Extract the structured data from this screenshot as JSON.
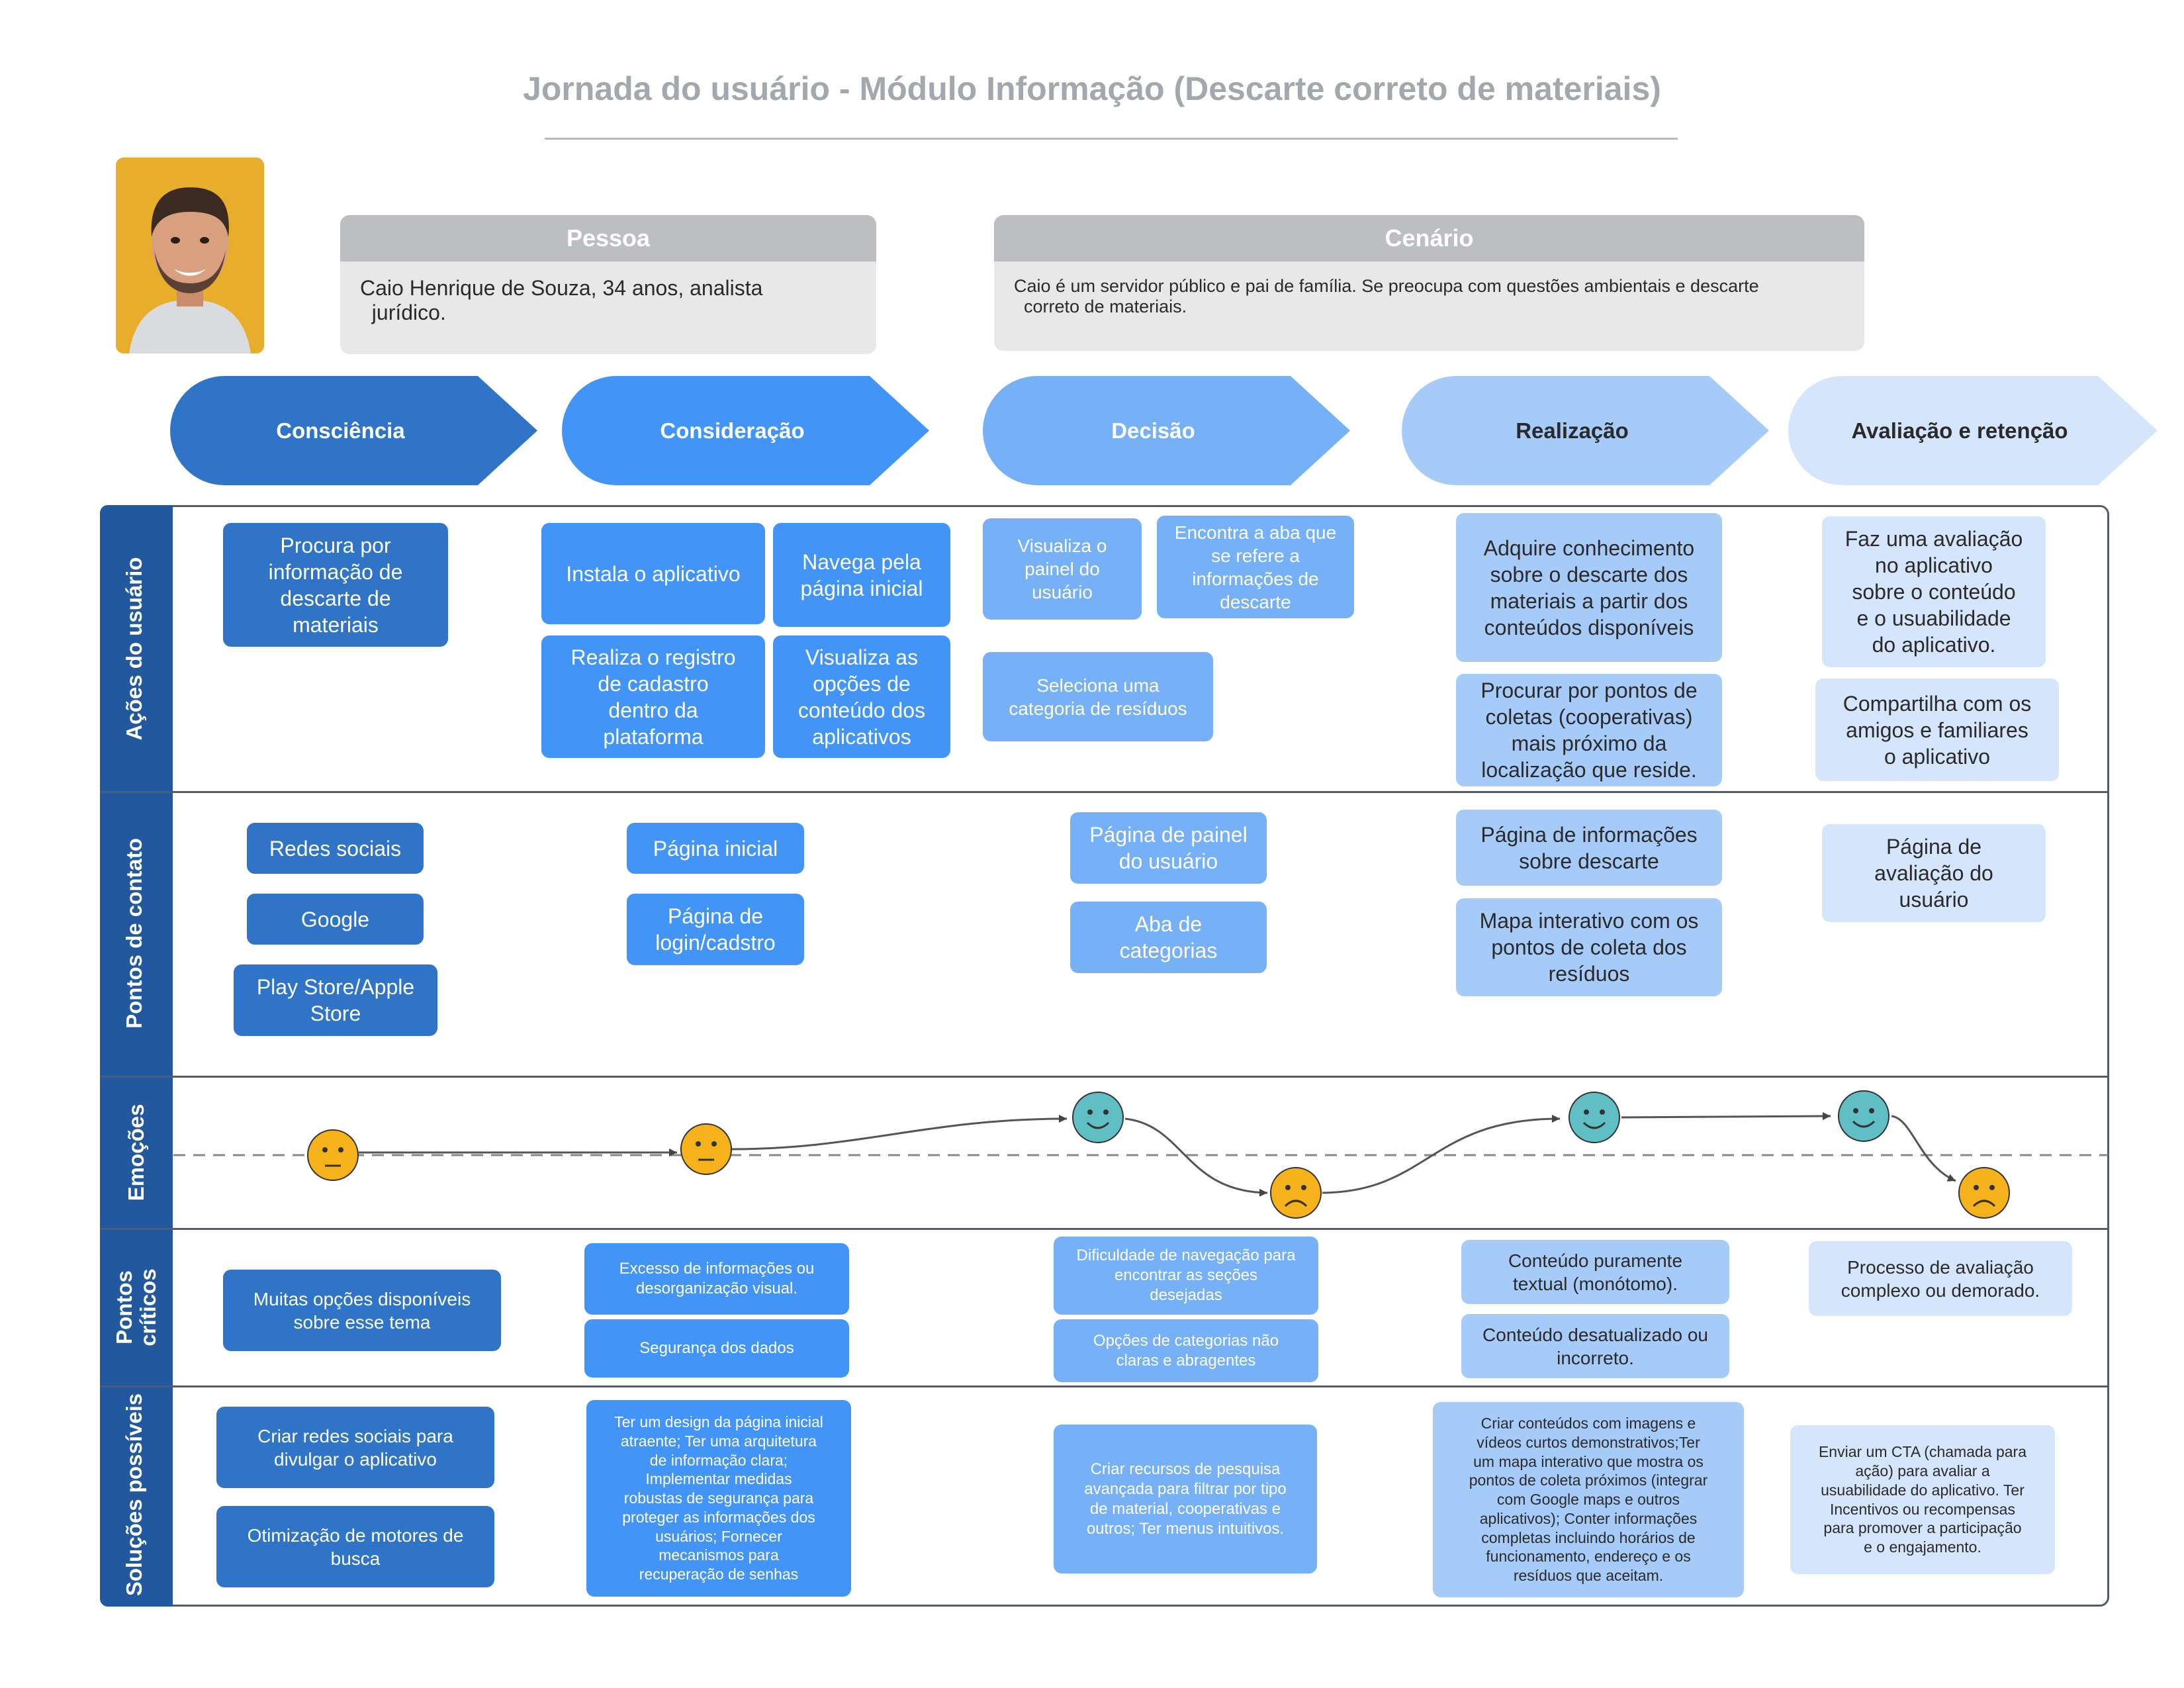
{
  "title": "Jornada do usuário - Módulo Informação (Descarte correto de materiais)",
  "persona": {
    "header": "Pessoa",
    "text": "Caio Henrique de Souza, 34 anos, analista\n  jurídico."
  },
  "scenario": {
    "header": "Cenário",
    "text": "Caio é um servidor público e pai de família. Se preocupa com questões ambientais e descarte\n  correto de materiais."
  },
  "stages": [
    {
      "label": "Consciência",
      "color": "#2f74c6",
      "text_color": "#ffffff"
    },
    {
      "label": "Consideração",
      "color": "#4394f7",
      "text_color": "#ffffff"
    },
    {
      "label": "Decisão",
      "color": "#76b0f7",
      "text_color": "#ffffff"
    },
    {
      "label": "Realização",
      "color": "#a6cbf9",
      "text_color": "#2a2a2a"
    },
    {
      "label": "Avaliação e retenção",
      "color": "#d5e5fb",
      "text_color": "#2a2a2a"
    }
  ],
  "lanes": {
    "acoes": "Ações do usuário",
    "pontos_contato": "Pontos de contato",
    "emocoes": "Emoções",
    "pontos_criticos": "Pontos\ncríticos",
    "solucoes": "Soluções possíveis"
  },
  "acoes": {
    "consciencia": [
      "Procura por\ninformação de\ndescarte de\nmateriais"
    ],
    "consideracao": [
      "Instala o aplicativo",
      "Navega pela\npágina inicial",
      "Realiza o registro\nde cadastro\ndentro da\nplataforma",
      "Visualiza as\nopções de\nconteúdo dos\naplicativos"
    ],
    "decisao": [
      "Visualiza o\npainel do\nusuário",
      "Encontra a aba que\nse refere a\ninformações de\ndescarte",
      "Seleciona uma\ncategoria de resíduos"
    ],
    "realizacao": [
      "Adquire conhecimento\nsobre o descarte dos\nmateriais a partir dos\nconteúdos disponíveis",
      "Procurar por pontos de\ncoletas (cooperativas)\nmais próximo da\nlocalização que reside."
    ],
    "avaliacao": [
      "Faz uma avaliação\nno aplicativo\nsobre o conteúdo\ne o usuabilidade\ndo aplicativo.",
      "Compartilha com os\namigos e familiares\no aplicativo"
    ]
  },
  "contato": {
    "consciencia": [
      "Redes sociais",
      "Google",
      "Play Store/Apple\nStore"
    ],
    "consideracao": [
      "Página inicial",
      "Página  de\nlogin/cadstro"
    ],
    "decisao": [
      "Página de painel\ndo usuário",
      "Aba de\ncategorias"
    ],
    "realizacao": [
      "Página de informações\nsobre descarte",
      "Mapa interativo com os\npontos de coleta dos\nresíduos"
    ],
    "avaliacao": [
      "Página de\navaliação do\nusuário"
    ]
  },
  "emocoes": {
    "points": [
      "neutral",
      "neutral",
      "happy",
      "sad",
      "happy",
      "happy",
      "sad"
    ],
    "colors": {
      "neutral": "#f5b21b",
      "happy": "#5fbfc4",
      "sad": "#f5b21b"
    }
  },
  "criticos": {
    "consciencia": [
      "Muitas opções disponíveis\nsobre esse tema"
    ],
    "consideracao": [
      "Excesso de informações ou\ndesorganização visual.",
      "Segurança dos dados"
    ],
    "decisao": [
      "Dificuldade de navegação para\nencontrar as seções\ndesejadas",
      "Opções de categorias não\nclaras e abragentes"
    ],
    "realizacao": [
      "Conteúdo puramente\ntextual (monótomo).",
      "Conteúdo desatualizado ou\nincorreto."
    ],
    "avaliacao": [
      "Processo de avaliação\ncomplexo ou demorado."
    ]
  },
  "solucoes": {
    "consciencia": [
      "Criar redes sociais para\ndivulgar o aplicativo",
      "Otimização de motores de\nbusca"
    ],
    "consideracao": [
      "Ter um design da página inicial\natraente; Ter uma arquitetura\nde informação clara;\nImplementar medidas\nrobustas de segurança para\nproteger as informações dos\nusuários; Fornecer\nmecanismos para\nrecuperação de senhas"
    ],
    "decisao": [
      "Criar recursos de pesquisa\navançada para filtrar por tipo\nde material, cooperativas e\noutros; Ter menus intuitivos."
    ],
    "realizacao": [
      "Criar conteúdos com imagens e\nvídeos curtos demonstrativos;Ter\num mapa interativo que mostra os\npontos de coleta próximos (integrar\ncom Google maps e outros\naplicativos); Conter informações\ncompletas incluindo horários de\nfuncionamento, endereço e os\nresíduos que aceitam."
    ],
    "avaliacao": [
      "Enviar um CTA (chamada para\nação) para avaliar a\nusuabilidade do aplicativo. Ter\nIncentivos ou recompensas\npara promover a participação\ne o engajamento."
    ]
  }
}
